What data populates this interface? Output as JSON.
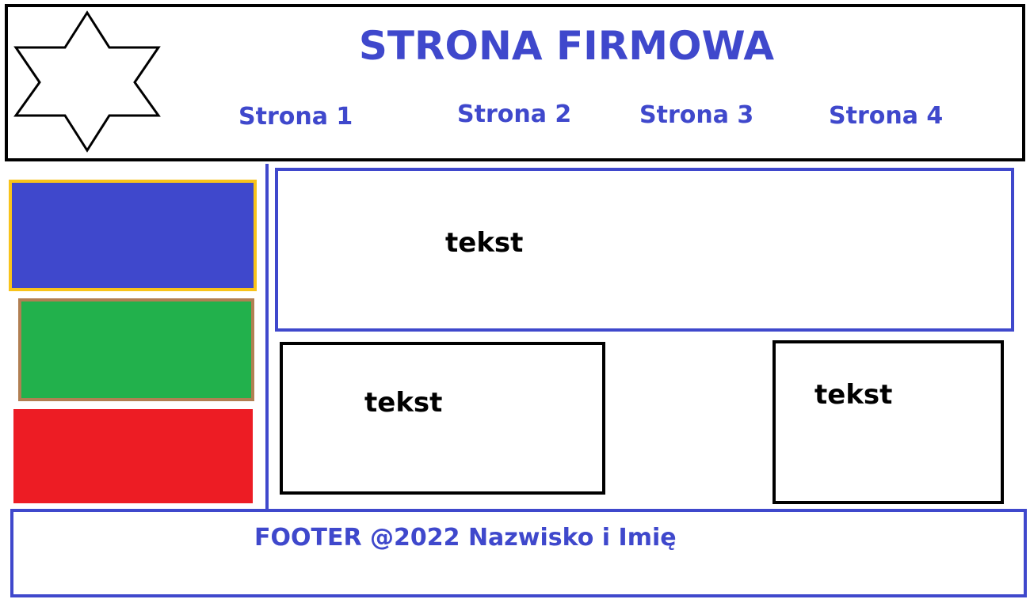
{
  "colors": {
    "accent": "#3f48cc",
    "outline": "#000000",
    "blue_block": "#3f48cc",
    "blue_block_border": "#f8c31a",
    "green_block": "#22b14c",
    "green_block_border": "#b17f52",
    "red_block": "#ed1c24"
  },
  "header": {
    "logo_icon": "six-point-star-icon",
    "title": "STRONA FIRMOWA",
    "nav": [
      "Strona 1",
      "Strona 2",
      "Strona 3",
      "Strona 4"
    ]
  },
  "content": {
    "top_box_text": "tekst",
    "left_box_text": "tekst",
    "right_box_text": "tekst"
  },
  "footer": {
    "text": "FOOTER @2022 Nazwisko i Imię"
  }
}
